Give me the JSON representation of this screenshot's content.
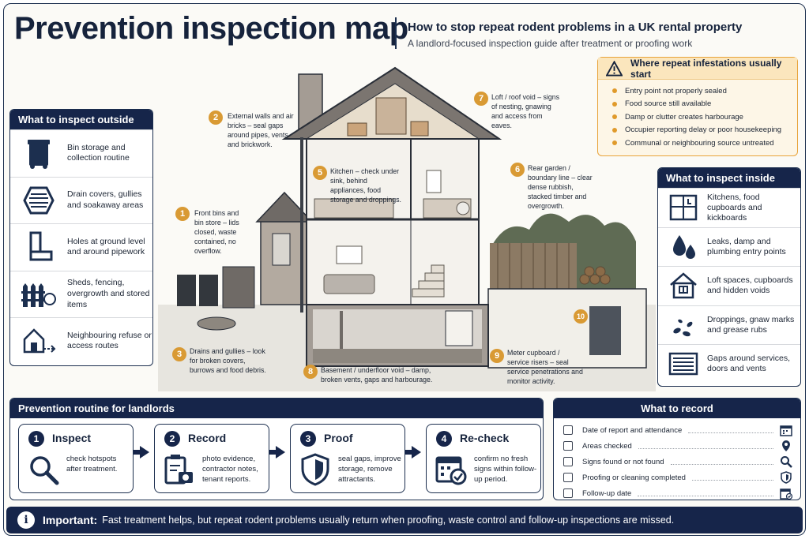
{
  "header": {
    "title": "Prevention inspection map",
    "subtitle": "How to stop repeat rodent problems in a UK rental property",
    "tagline": "A landlord-focused inspection guide after treatment or proofing work"
  },
  "outside": {
    "heading": "What to inspect outside",
    "items": [
      {
        "label": "Bin storage and collection routine",
        "icon": "bin-icon"
      },
      {
        "label": "Drain covers, gullies and soakaway areas",
        "icon": "drain-cover-icon"
      },
      {
        "label": "Holes at ground level and around pipework",
        "icon": "pipe-icon"
      },
      {
        "label": "Sheds, fencing, overgrowth and stored items",
        "icon": "fence-icon"
      },
      {
        "label": "Neighbouring refuse or access routes",
        "icon": "neighbour-house-icon"
      }
    ]
  },
  "warning": {
    "heading": "Where repeat infestations usually start",
    "items": [
      "Entry point not properly sealed",
      "Food source still available",
      "Damp or clutter creates harbourage",
      "Occupier reporting delay or poor housekeeping",
      "Communal or neighbouring source untreated"
    ]
  },
  "inside": {
    "heading": "What to inspect inside",
    "items": [
      {
        "label": "Kitchens, food cupboards and kickboards",
        "icon": "kitchen-cupboard-icon"
      },
      {
        "label": "Leaks, damp and plumbing entry points",
        "icon": "water-drops-icon"
      },
      {
        "label": "Loft spaces, cupboards and hidden voids",
        "icon": "loft-house-icon"
      },
      {
        "label": "Droppings, gnaw marks and grease rubs",
        "icon": "droppings-icon"
      },
      {
        "label": "Gaps around services, doors and vents",
        "icon": "vent-icon"
      }
    ]
  },
  "callouts": [
    {
      "n": "1",
      "text": "Front bins and bin store – lids closed, waste contained, no overflow."
    },
    {
      "n": "2",
      "text": "External walls and air bricks – seal gaps around pipes, vents and brickwork."
    },
    {
      "n": "3",
      "text": "Drains and gullies – look for broken covers, burrows and food debris."
    },
    {
      "n": "5",
      "text": "Kitchen – check under sink, behind appliances, food storage and droppings."
    },
    {
      "n": "6",
      "text": "Rear garden / boundary line – clear dense rubbish, stacked timber and overgrowth."
    },
    {
      "n": "7",
      "text": "Loft / roof void – signs of nesting, gnawing and access from eaves."
    },
    {
      "n": "8",
      "text": "Basement / underfloor void – damp, broken vents, gaps and harbourage."
    },
    {
      "n": "9",
      "text": "Meter cupboard / service risers – seal service penetrations and monitor activity."
    },
    {
      "n": "10",
      "text": ""
    }
  ],
  "routine": {
    "heading": "Prevention routine for landlords",
    "steps": [
      {
        "n": "1",
        "title": "Inspect",
        "text": "check hotspots after treatment.",
        "icon": "magnifier-icon"
      },
      {
        "n": "2",
        "title": "Record",
        "text": "photo evidence, contractor notes, tenant reports.",
        "icon": "clipboard-camera-icon"
      },
      {
        "n": "3",
        "title": "Proof",
        "text": "seal gaps, improve storage, remove attractants.",
        "icon": "shield-icon"
      },
      {
        "n": "4",
        "title": "Re-check",
        "text": "confirm no fresh signs within follow-up period.",
        "icon": "calendar-check-icon"
      }
    ]
  },
  "record": {
    "heading": "What to record",
    "items": [
      {
        "label": "Date of report and attendance",
        "icon": "calendar-icon"
      },
      {
        "label": "Areas checked",
        "icon": "location-pin-icon"
      },
      {
        "label": "Signs found or not found",
        "icon": "search-icon"
      },
      {
        "label": "Proofing or cleaning completed",
        "icon": "shield-icon"
      },
      {
        "label": "Follow-up date",
        "icon": "calendar-check-icon"
      }
    ]
  },
  "important": {
    "label": "Important:",
    "text": "Fast treatment helps, but repeat rodent problems usually return when proofing, waste control and follow-up inspections are missed."
  },
  "colors": {
    "navy": "#16254a",
    "accent": "#d99a34",
    "warning_bg": "#fdf6e7"
  }
}
